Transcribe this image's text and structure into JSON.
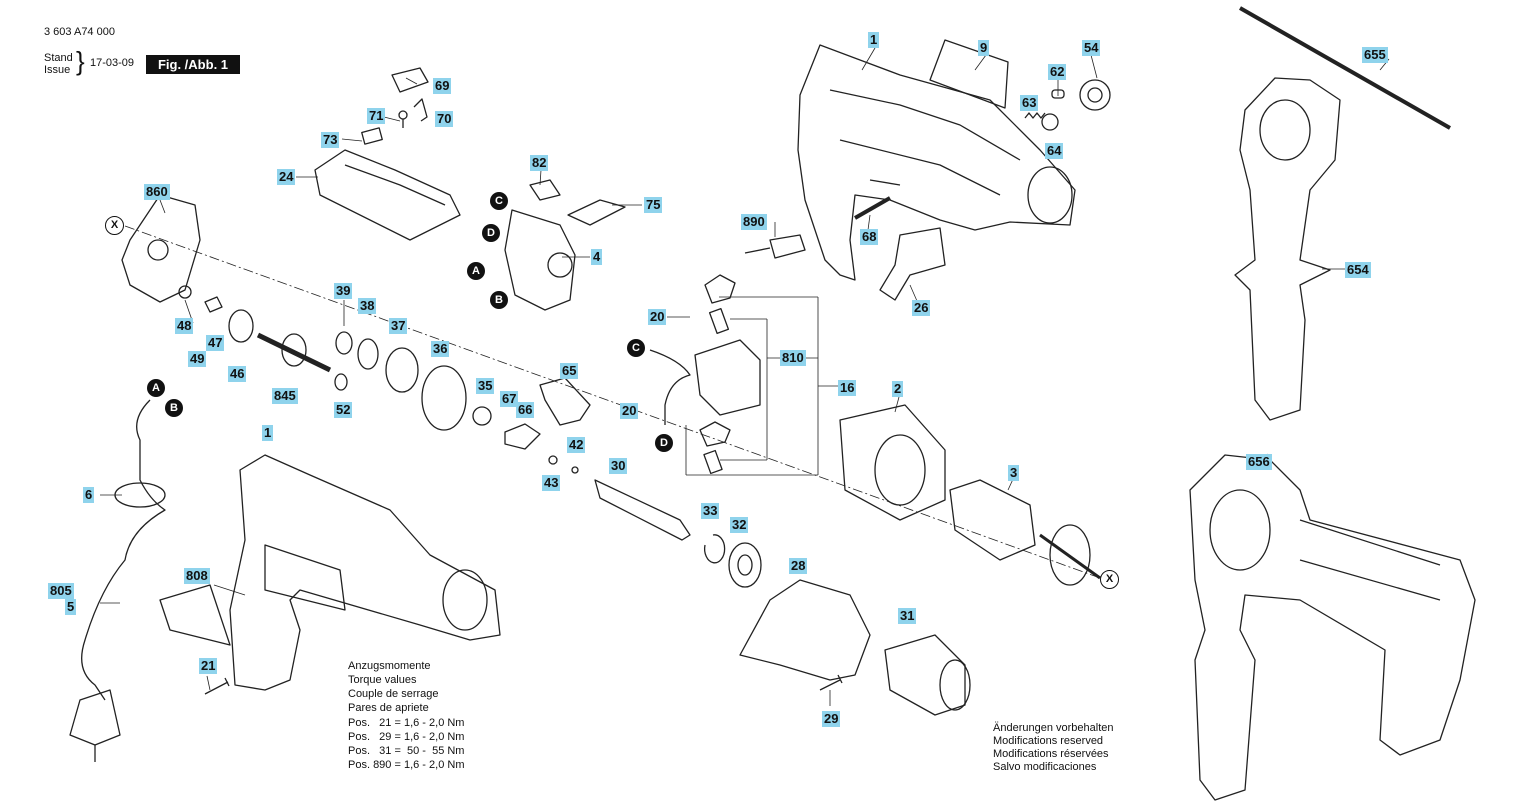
{
  "header": {
    "doc_number": "3 603 A74 000",
    "stand_label": "Stand",
    "issue_label": "Issue",
    "brace": "}",
    "date": "17-03-09",
    "fig_label": "Fig. /Abb. 1"
  },
  "part_labels": [
    "1",
    "9",
    "54",
    "62",
    "69",
    "71",
    "70",
    "63",
    "64",
    "73",
    "24",
    "82",
    "75",
    "860",
    "C",
    "D",
    "4",
    "A",
    "B",
    "890",
    "68",
    "26",
    "48",
    "39",
    "38",
    "37",
    "47",
    "46",
    "49",
    "36",
    "65",
    "20",
    "810",
    "C",
    "16",
    "2",
    "845",
    "52",
    "35",
    "67",
    "66",
    "20",
    "D",
    "42",
    "43",
    "30",
    "A",
    "B",
    "1",
    "6",
    "33",
    "32",
    "3",
    "28",
    "805",
    "5",
    "808",
    "31",
    "21",
    "29",
    "655",
    "654",
    "656",
    "X",
    "X"
  ],
  "torque_notes": {
    "heading_de": "Anzugsmomente",
    "heading_en": "Torque values",
    "heading_fr": "Couple de serrage",
    "heading_es": "Pares de apriete",
    "rows": [
      "Pos.   21 = 1,6 - 2,0 Nm",
      "Pos.   29 = 1,6 - 2,0 Nm",
      "Pos.   31 =  50 -  55 Nm",
      "Pos. 890 = 1,6 - 2,0 Nm"
    ]
  },
  "modification_notes": [
    "Änderungen vorbehalten",
    "Modifications reserved",
    "Modifications réservées",
    "Salvo modificaciones"
  ],
  "colors": {
    "label_bg": "#8fd3ec",
    "callout_bg": "#111111"
  }
}
